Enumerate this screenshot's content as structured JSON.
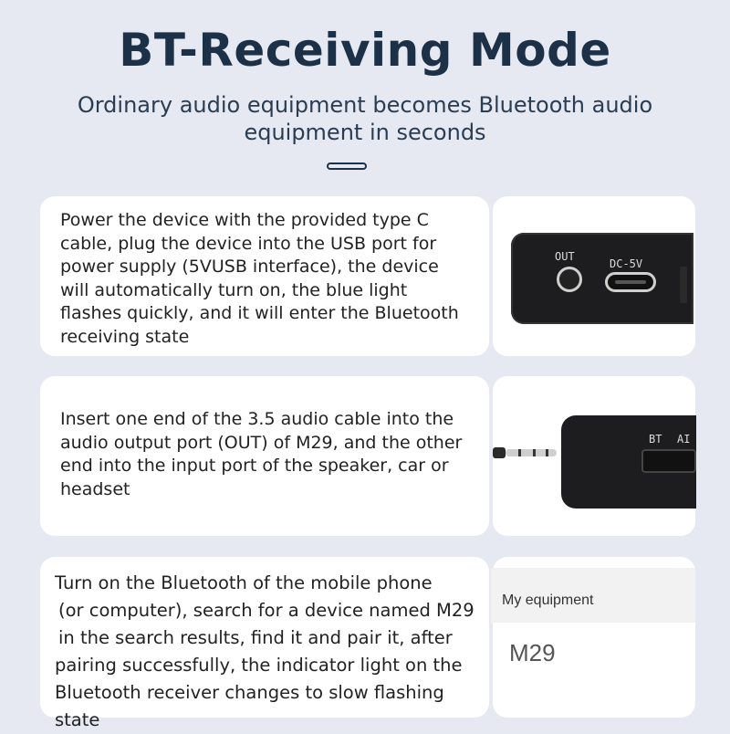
{
  "header": {
    "title": "BT-Receiving Mode",
    "subtitle_line1": "Ordinary audio equipment becomes Bluetooth audio",
    "subtitle_line2": "equipment in seconds"
  },
  "steps": [
    {
      "lines": [
        "Power the device with the provided type C",
        "cable, plug the device into the USB port for",
        "power supply (5VUSB interface), the device",
        "will automatically turn on, the blue light",
        "flashes quickly, and it will enter the Bluetooth",
        "receiving state"
      ],
      "image_labels": {
        "out": "OUT",
        "dc": "DC-5V"
      }
    },
    {
      "lines": [
        "Insert one end of the 3.5 audio cable into the",
        "audio output port (OUT) of M29, and the other",
        "end into the input port of the speaker, car or",
        "headset"
      ],
      "image_labels": {
        "bt": "BT",
        "ai": "AI"
      }
    },
    {
      "lines": [
        "Turn on the Bluetooth of the mobile phone",
        "(or computer), search for a device named M29",
        "in the search results, find it and pair it, after",
        "pairing successfully, the indicator light on the",
        "Bluetooth receiver changes to slow flashing state"
      ],
      "panel": {
        "header": "My equipment",
        "device": "M29"
      }
    }
  ],
  "colors": {
    "background": "#e6e9f2",
    "title": "#1c3148",
    "card": "#ffffff"
  }
}
